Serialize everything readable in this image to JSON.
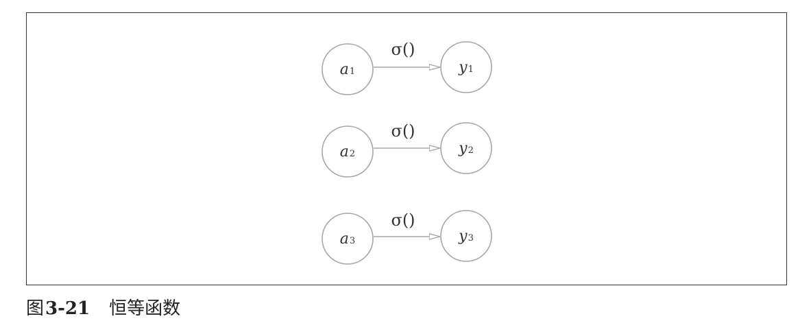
{
  "diagram": {
    "rows": [
      {
        "input": {
          "var": "a",
          "sub": "1"
        },
        "output": {
          "var": "y",
          "sub": "1"
        },
        "edge_label": "σ()"
      },
      {
        "input": {
          "var": "a",
          "sub": "2"
        },
        "output": {
          "var": "y",
          "sub": "2"
        },
        "edge_label": "σ()"
      },
      {
        "input": {
          "var": "a",
          "sub": "3"
        },
        "output": {
          "var": "y",
          "sub": "3"
        },
        "edge_label": "σ()"
      }
    ],
    "colors": {
      "node_stroke": "#a6a6a6",
      "text": "#333333",
      "frame": "#333333"
    }
  },
  "caption": {
    "prefix": "图",
    "number": "3-21",
    "title": "恒等函数"
  }
}
